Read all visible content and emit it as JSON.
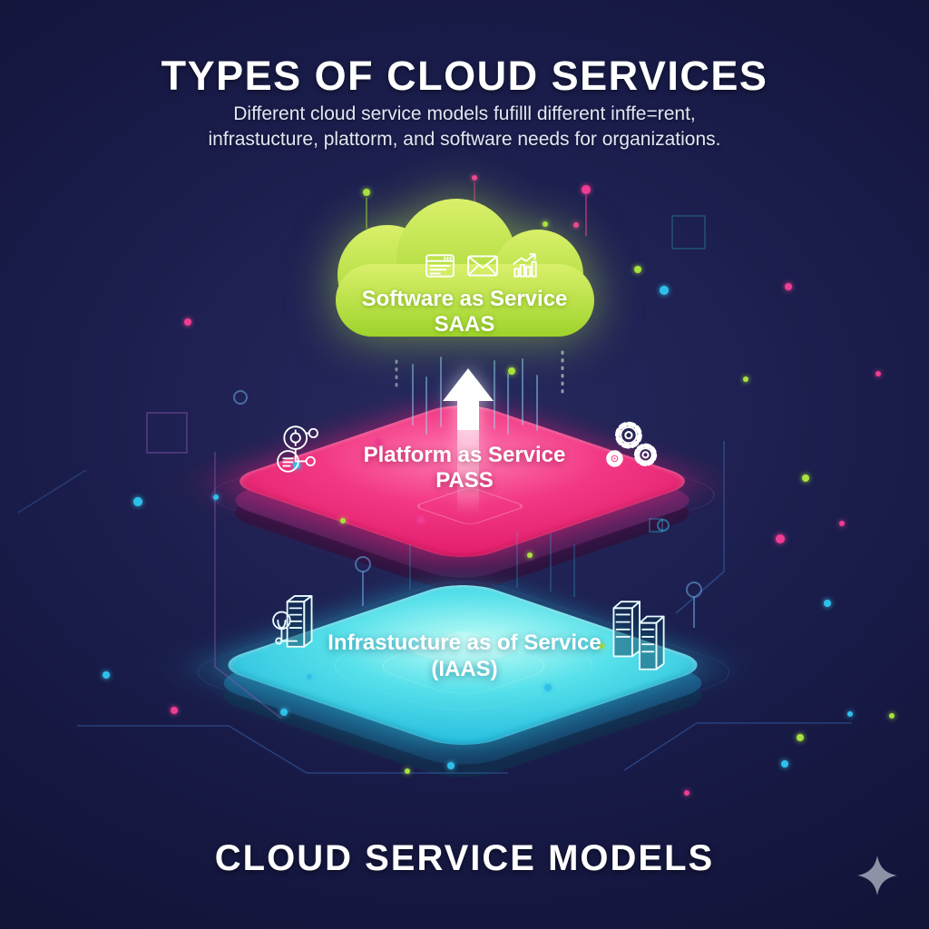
{
  "header": {
    "title": "TYPES OF CLOUD SERVICES",
    "subtitle_line1": "Different cloud service models fufilll different inffe=rent,",
    "subtitle_line2": "infrastucture, plattorm, and software needs for organizations."
  },
  "layers": {
    "saas": {
      "name": "Software as Service",
      "acronym": "SAAS",
      "shape": "cloud",
      "color": "#b5e046",
      "icons": [
        "browser-icon",
        "mail-icon",
        "bar-chart-icon"
      ]
    },
    "paas": {
      "name": "Platform as Service",
      "acronym": "PASS",
      "shape": "isometric-platform",
      "color": "#ee2d79",
      "icons": [
        "workflow-icon",
        "gears-icon"
      ]
    },
    "iaas": {
      "name": "Infrastucture as of Service",
      "acronym": "(IAAS)",
      "shape": "isometric-platform",
      "color": "#35d6e9",
      "icons": [
        "server-search-icon",
        "server-rack-icon"
      ]
    }
  },
  "footer": {
    "title": "CLOUD SERVICE MODELS"
  },
  "decor": {
    "sparkle_color": "#8d92a6",
    "dot_colors": {
      "pink": "#ef3d92",
      "green": "#a9e23e",
      "cyan": "#2fc0ea"
    },
    "background_color": "#171944"
  }
}
